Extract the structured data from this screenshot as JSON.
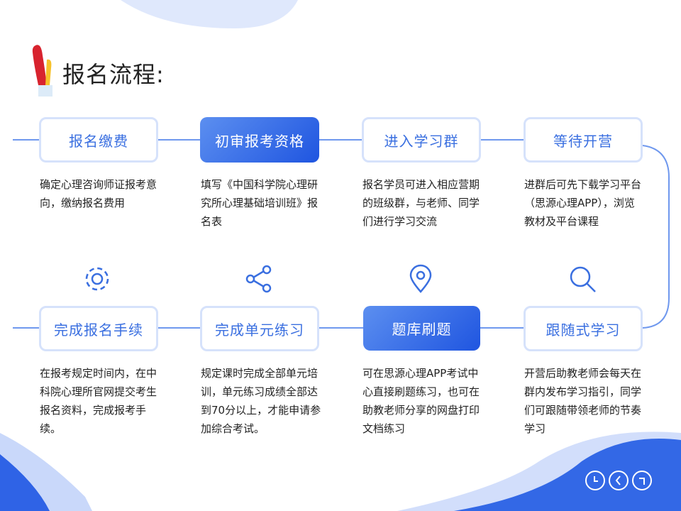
{
  "title": "报名流程:",
  "steps": [
    {
      "label": "报名缴费",
      "desc": "确定心理咨询师证报考意向，缴纳报名费用"
    },
    {
      "label": "初审报考资格",
      "desc": "填写《中国科学院心理研究所心理基础培训班》报名表"
    },
    {
      "label": "进入学习群",
      "desc": "报名学员可进入相应营期的班级群，与老师、同学们进行学习交流"
    },
    {
      "label": "等待开营",
      "desc": "进群后可先下载学习平台（思源心理APP），浏览教材及平台课程"
    },
    {
      "label": "跟随式学习",
      "desc": "开营后助教老师会每天在群内发布学习指引，同学们可跟随带领老师的节奏学习"
    },
    {
      "label": "题库刷题",
      "desc": "可在思源心理APP考试中心直接刷题练习，也可在助教老师分享的网盘打印文档练习"
    },
    {
      "label": "完成单元练习",
      "desc": "规定课时完成全部单元培训，单元练习成绩全部达到70分以上，才能申请参加综合考试。"
    },
    {
      "label": "完成报名手续",
      "desc": "在报考规定时间内，在中科院心理所官网提交考生报名资料，完成报考手续。"
    }
  ],
  "colors": {
    "accent": "#3a6fe0",
    "line": "#6f98ee"
  }
}
